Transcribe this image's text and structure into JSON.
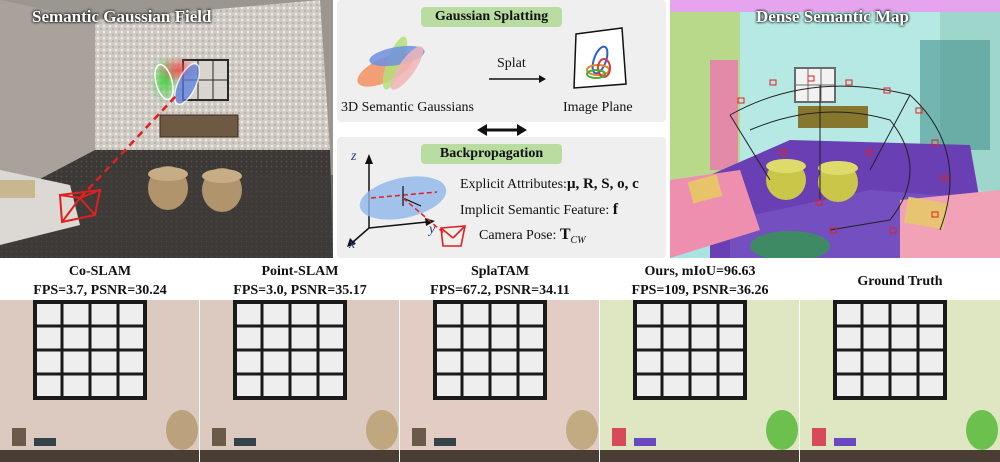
{
  "panels": {
    "left_title": "Semantic Gaussian Field",
    "right_title": "Dense Semantic Map"
  },
  "center": {
    "gs_title": "Gaussian Splatting",
    "splat_label": "Splat",
    "sem_gauss_label": "3D Semantic Gaussians",
    "image_plane_label": "Image Plane",
    "bp_title": "Backpropagation",
    "axis_z": "z",
    "axis_x": "x",
    "axis_y": "y",
    "explicit_label": "Explicit Attributes:",
    "explicit_symbols": "μ, R, S, o, c",
    "implicit_label": "Implicit Semantic Feature:",
    "implicit_symbol": "f",
    "camera_label": "Camera Pose:",
    "camera_symbol": "T",
    "camera_sub": "CW"
  },
  "methods": [
    {
      "line1": "Co-SLAM",
      "line2": "FPS=3.7, PSNR=30.24"
    },
    {
      "line1": "Point-SLAM",
      "line2": "FPS=3.0, PSNR=35.17"
    },
    {
      "line1": "SplaTAM",
      "line2": "FPS=67.2, PSNR=34.11"
    },
    {
      "line1": "Ours, mIoU=96.63",
      "line2": "FPS=109, PSNR=36.26"
    },
    {
      "line1": "Ground Truth",
      "line2": ""
    }
  ],
  "colors": {
    "tag_green": "#b9dca0",
    "center_bg": "#efefef",
    "camera_red": "#e02020"
  }
}
